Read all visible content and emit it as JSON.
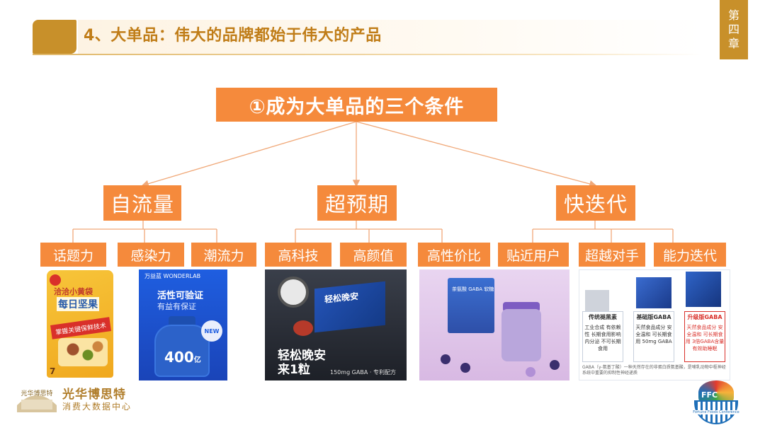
{
  "header": {
    "title": "4、大单品：伟大的品牌都始于伟大的产品",
    "chapter_label": [
      "第",
      "四",
      "章"
    ]
  },
  "diagram": {
    "root": "①成为大单品的三个条件",
    "categories": [
      {
        "label": "自流量",
        "subs": [
          "话题力",
          "感染力",
          "潮流力"
        ]
      },
      {
        "label": "超预期",
        "subs": [
          "高科技",
          "高颜值",
          "高性价比"
        ]
      },
      {
        "label": "快迭代",
        "subs": [
          "贴近用户",
          "超越对手",
          "能力迭代"
        ]
      }
    ],
    "line_color": "#f0a878"
  },
  "products": {
    "p1": {
      "brand_line": "洽洽小黄袋",
      "name": "每日坚果",
      "band": "掌握关键保鲜技术",
      "side": "7"
    },
    "p2": {
      "brand": "万益蓝 WONDERLAB",
      "line1": "活性可验证",
      "line2": "有益有保证",
      "badge": "NEW",
      "number": "400",
      "unit": "亿"
    },
    "p3": {
      "box_text": "轻松晚安",
      "slogan_1": "轻松晚安",
      "slogan_2": "来1粒",
      "small": "150mg GABA · 专利配方"
    },
    "p4": {
      "box_text": "茶氨酸 GABA 软糖"
    },
    "p5": {
      "col1_head": "传统褪黑素",
      "col1_body": "工业合成 有依赖性 长期食用影响内分泌 不可长期食用",
      "col2_head": "基础版GABA",
      "col2_body": "天然食品成分 安全温和 可长期食用 50mg GABA",
      "col3_head": "升级版GABA",
      "col3_body": "天然食品成分 安全温和 可长期食用 3倍GABA含量 有效助睡眠",
      "foot": "GABA（γ-氨基丁酸）一种天然存在的非蛋白质氨基酸，是哺乳动物中枢神经系统中重要的抑制性神经递质"
    }
  },
  "footer": {
    "org_name": "光华博思特",
    "org_sub": "消费大数据中心",
    "logo_text": "光华博思特",
    "ffc_text": "FFC",
    "ffc_sub": "Fortune Foods Conference"
  },
  "colors": {
    "accent_orange": "#f58a3c",
    "gold": "#c8902a",
    "title_text": "#c07d18"
  }
}
